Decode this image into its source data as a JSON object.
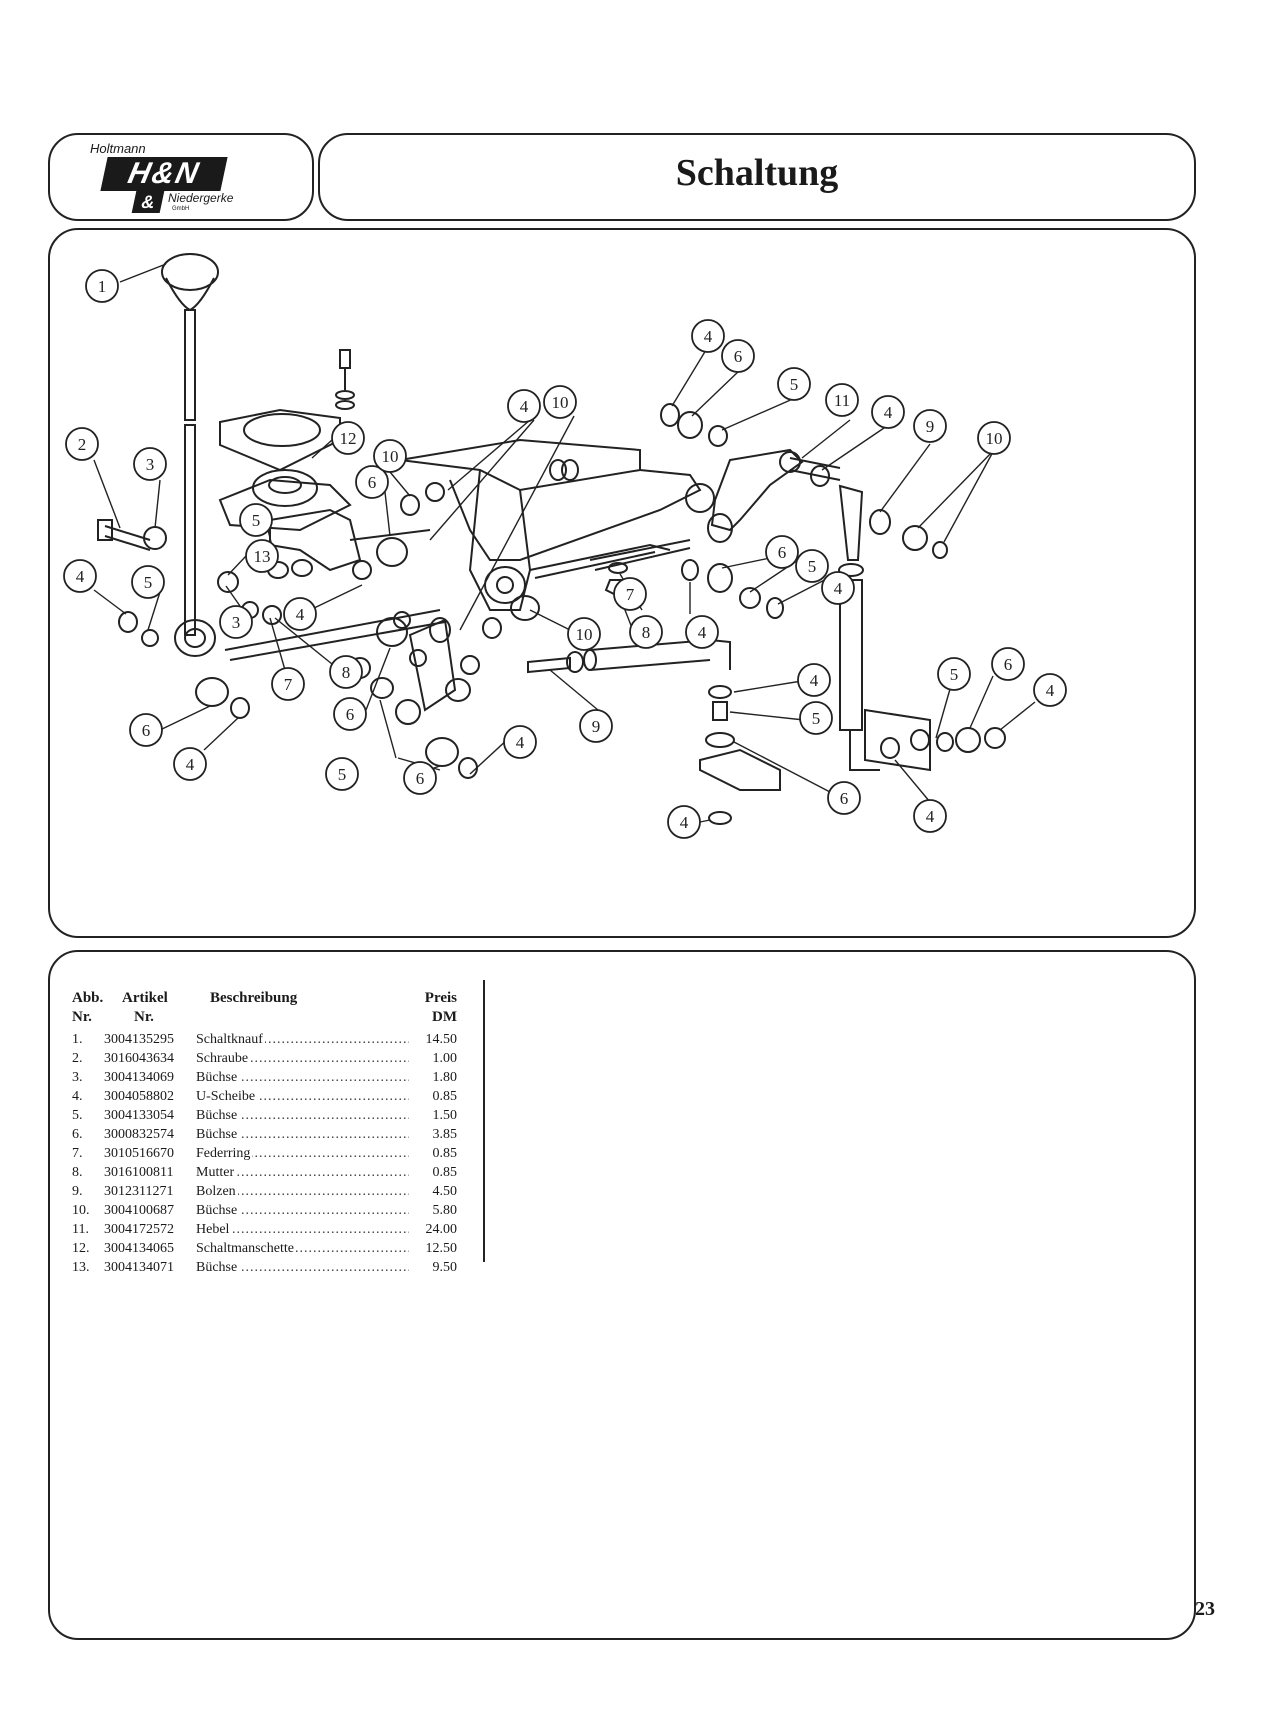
{
  "logo": {
    "top": "Holtmann",
    "main": "H&N",
    "amp": "&",
    "bottom": "Niedergerke",
    "gmbh": "GmbH"
  },
  "title": "Schaltung",
  "callouts": [
    "1",
    "2",
    "3",
    "4",
    "5",
    "6",
    "7",
    "8",
    "9",
    "10",
    "11",
    "12",
    "13"
  ],
  "parts_header": {
    "abb": "Abb.",
    "nr1": "Nr.",
    "artikel": "Artikel",
    "nr2": "Nr.",
    "beschreibung": "Beschreibung",
    "preis": "Preis",
    "dm": "DM"
  },
  "parts": [
    {
      "abb": "1.",
      "artikel": "3004135295",
      "desc": "Schaltknauf",
      "price": "14.50"
    },
    {
      "abb": "2.",
      "artikel": "3016043634",
      "desc": "Schraube",
      "price": "1.00"
    },
    {
      "abb": "3.",
      "artikel": "3004134069",
      "desc": "Büchse",
      "price": "1.80"
    },
    {
      "abb": "4.",
      "artikel": "3004058802",
      "desc": "U-Scheibe",
      "price": "0.85"
    },
    {
      "abb": "5.",
      "artikel": "3004133054",
      "desc": "Büchse",
      "price": "1.50"
    },
    {
      "abb": "6.",
      "artikel": "3000832574",
      "desc": "Büchse",
      "price": "3.85"
    },
    {
      "abb": "7.",
      "artikel": "3010516670",
      "desc": "Federring",
      "price": "0.85"
    },
    {
      "abb": "8.",
      "artikel": "3016100811",
      "desc": "Mutter",
      "price": "0.85"
    },
    {
      "abb": "9.",
      "artikel": "3012311271",
      "desc": "Bolzen",
      "price": "4.50"
    },
    {
      "abb": "10.",
      "artikel": "3004100687",
      "desc": "Büchse",
      "price": "5.80"
    },
    {
      "abb": "11.",
      "artikel": "3004172572",
      "desc": "Hebel",
      "price": "24.00"
    },
    {
      "abb": "12.",
      "artikel": "3004134065",
      "desc": "Schaltmanschette",
      "price": "12.50"
    },
    {
      "abb": "13.",
      "artikel": "3004134071",
      "desc": "Büchse",
      "price": "9.50"
    }
  ],
  "page_number": "23"
}
